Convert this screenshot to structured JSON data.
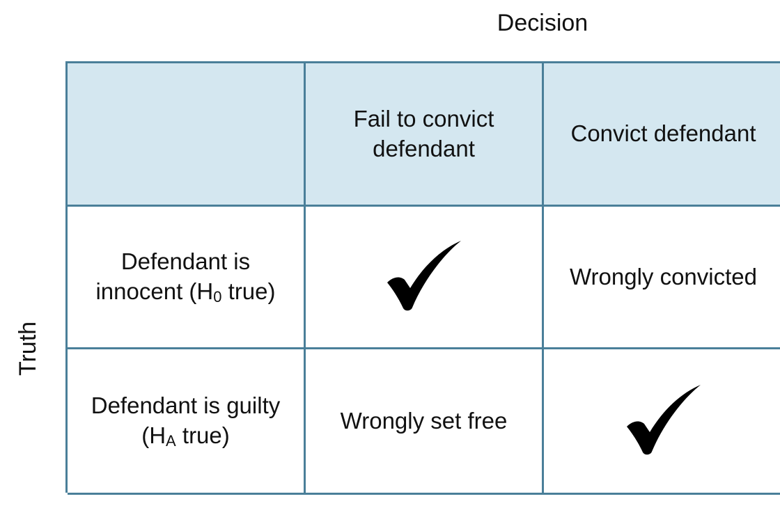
{
  "axes": {
    "column_title": "Decision",
    "row_title": "Truth"
  },
  "columns": [
    "",
    "Fail to convict defendant",
    "Convict defendant"
  ],
  "rows": [
    {
      "label_line1": "Defendant is",
      "label_line2_pre": "innocent (H",
      "label_sub": "0",
      "label_line2_post": " true)",
      "fail_to_convict": "check",
      "convict": "Wrongly convicted"
    },
    {
      "label_line1": "Defendant is guilty",
      "label_line2_pre": "(H",
      "label_sub": "A",
      "label_line2_post": " true)",
      "fail_to_convict": "Wrongly set free",
      "convict": "check"
    }
  ],
  "colors": {
    "header_fill": "#d4e7f0",
    "grid_line": "#4a7f99",
    "text": "#111111"
  },
  "icons": {
    "correct_decision": "checkmark-icon"
  }
}
